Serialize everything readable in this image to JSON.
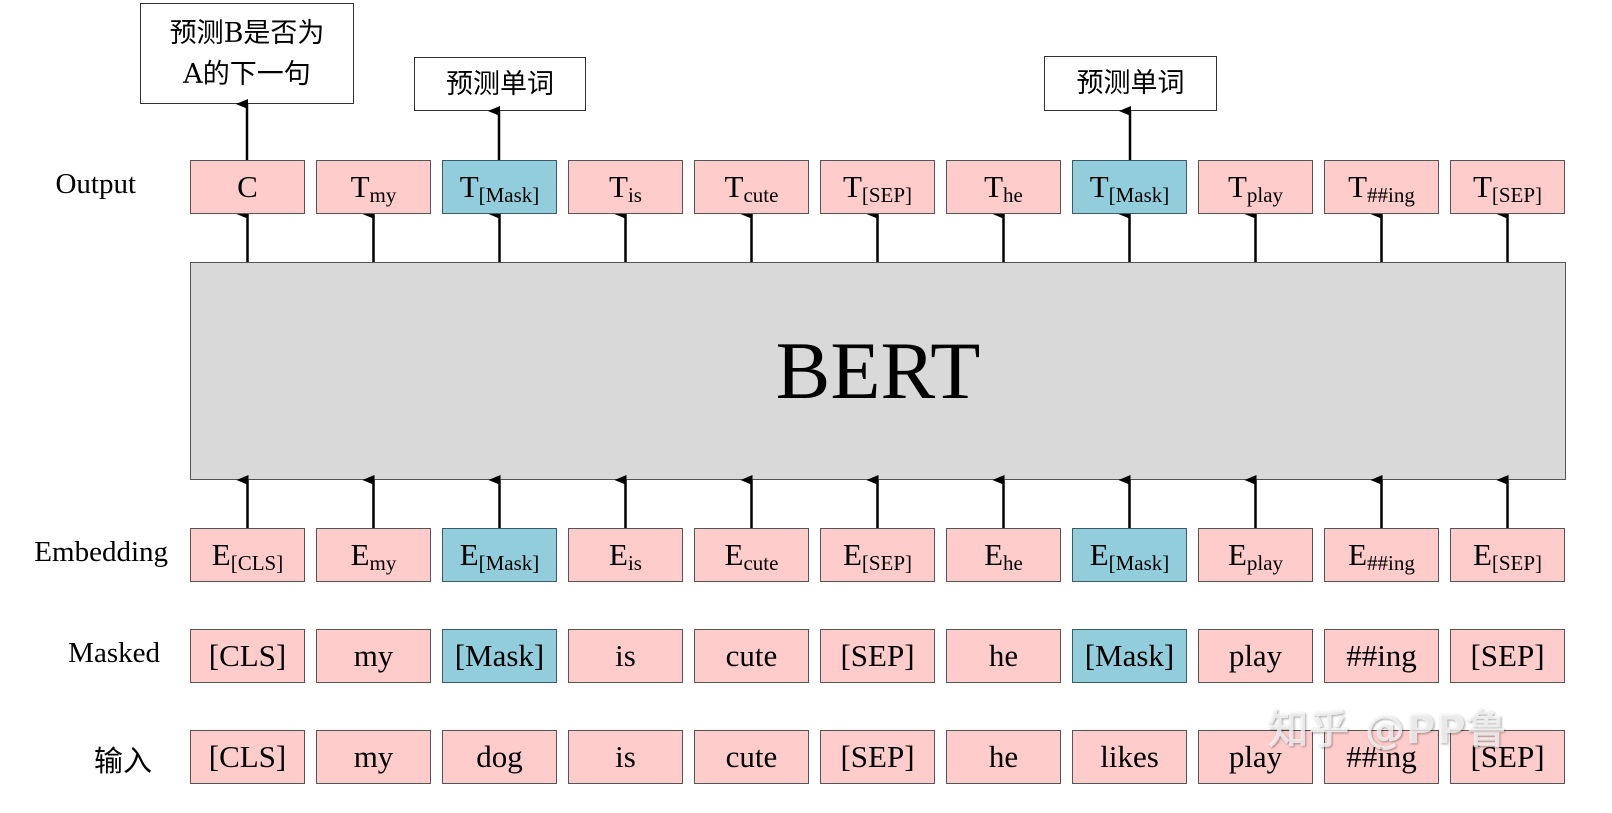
{
  "diagram": {
    "title": "BERT",
    "rows": {
      "output": {
        "label": "Output",
        "tokens": [
          {
            "base": "C",
            "sub": "",
            "highlight": false
          },
          {
            "base": "T",
            "sub": "my",
            "highlight": false
          },
          {
            "base": "T",
            "sub": "[Mask]",
            "highlight": true
          },
          {
            "base": "T",
            "sub": "is",
            "highlight": false
          },
          {
            "base": "T",
            "sub": "cute",
            "highlight": false
          },
          {
            "base": "T",
            "sub": "[SEP]",
            "highlight": false
          },
          {
            "base": "T",
            "sub": "he",
            "highlight": false
          },
          {
            "base": "T",
            "sub": "[Mask]",
            "highlight": true
          },
          {
            "base": "T",
            "sub": "play",
            "highlight": false
          },
          {
            "base": "T",
            "sub": "##ing",
            "highlight": false
          },
          {
            "base": "T",
            "sub": "[SEP]",
            "highlight": false
          }
        ]
      },
      "embedding": {
        "label": "Embedding",
        "tokens": [
          {
            "base": "E",
            "sub": "[CLS]",
            "highlight": false
          },
          {
            "base": "E",
            "sub": "my",
            "highlight": false
          },
          {
            "base": "E",
            "sub": "[Mask]",
            "highlight": true
          },
          {
            "base": "E",
            "sub": "is",
            "highlight": false
          },
          {
            "base": "E",
            "sub": "cute",
            "highlight": false
          },
          {
            "base": "E",
            "sub": "[SEP]",
            "highlight": false
          },
          {
            "base": "E",
            "sub": "he",
            "highlight": false
          },
          {
            "base": "E",
            "sub": "[Mask]",
            "highlight": true
          },
          {
            "base": "E",
            "sub": "play",
            "highlight": false
          },
          {
            "base": "E",
            "sub": "##ing",
            "highlight": false
          },
          {
            "base": "E",
            "sub": "[SEP]",
            "highlight": false
          }
        ]
      },
      "masked": {
        "label": "Masked",
        "tokens": [
          {
            "text": "[CLS]",
            "highlight": false
          },
          {
            "text": "my",
            "highlight": false
          },
          {
            "text": "[Mask]",
            "highlight": true
          },
          {
            "text": "is",
            "highlight": false
          },
          {
            "text": "cute",
            "highlight": false
          },
          {
            "text": "[SEP]",
            "highlight": false
          },
          {
            "text": "he",
            "highlight": false
          },
          {
            "text": "[Mask]",
            "highlight": true
          },
          {
            "text": "play",
            "highlight": false
          },
          {
            "text": "##ing",
            "highlight": false
          },
          {
            "text": "[SEP]",
            "highlight": false
          }
        ]
      },
      "input": {
        "label": "输入",
        "tokens": [
          {
            "text": "[CLS]",
            "highlight": false
          },
          {
            "text": "my",
            "highlight": false
          },
          {
            "text": "dog",
            "highlight": false
          },
          {
            "text": "is",
            "highlight": false
          },
          {
            "text": "cute",
            "highlight": false
          },
          {
            "text": "[SEP]",
            "highlight": false
          },
          {
            "text": "he",
            "highlight": false
          },
          {
            "text": "likes",
            "highlight": false
          },
          {
            "text": "play",
            "highlight": false
          },
          {
            "text": "##ing",
            "highlight": false
          },
          {
            "text": "[SEP]",
            "highlight": false
          }
        ]
      }
    },
    "annotations": {
      "nsp": {
        "line1": "预测B是否为",
        "line2": "A的下一句"
      },
      "mlm_1": "预测单词",
      "mlm_2": "预测单词"
    },
    "watermark": "知乎 @PP鲁",
    "colors": {
      "token_fill": "#ffcccc",
      "mask_fill": "#92cddc",
      "bert_fill": "#d9d9d9"
    }
  }
}
